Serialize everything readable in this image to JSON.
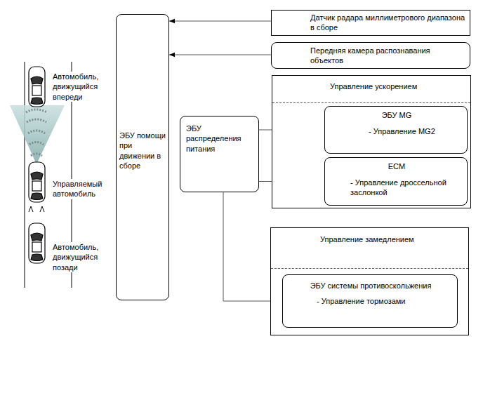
{
  "diagram": {
    "nodes": [
      {
        "text": [
          "Датчик радара миллиметрового диапазона в сборе"
        ]
      },
      {
        "text": [
          "Передняя камера распознавания объектов"
        ]
      },
      {
        "text": [
          "ЭБУ помощи при движении в сборе"
        ]
      },
      {
        "text": [
          "ЭБУ распределения питания"
        ]
      },
      {
        "text": [
          "Управление ускорением"
        ]
      },
      {
        "text": [
          "ЭБУ MG",
          "- Управление MG2"
        ],
        "in": 4
      },
      {
        "text": [
          "ECM",
          "- Управление дроссельной заслонкой"
        ],
        "in": 4
      },
      {
        "text": [
          "Управление замедлением"
        ]
      },
      {
        "text": [
          "ЭБУ системы противоскольжения",
          "- Управление тормозами"
        ],
        "in": 7
      }
    ],
    "edges": [
      {
        "from": 0,
        "to": 2,
        "arrow": "to"
      },
      {
        "from": 1,
        "to": 2,
        "arrow": "to"
      },
      {
        "from": 3,
        "to": 5,
        "arrow": "to"
      },
      {
        "from": 3,
        "to": 6,
        "arrow": "to"
      },
      {
        "from": 3,
        "to": 8,
        "arrow": "to"
      }
    ],
    "labels": [
      "Автомобиль, движущийся впереди",
      "Управляемый автомобиль",
      "Автомобиль, движущийся позади"
    ]
  }
}
